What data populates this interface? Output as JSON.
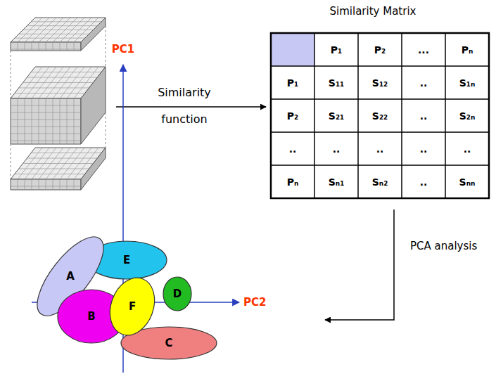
{
  "diagram": {
    "nodes": [
      {
        "text": [
          "E"
        ]
      },
      {
        "text": [
          "A"
        ]
      },
      {
        "text": [
          "D"
        ]
      },
      {
        "text": [
          "B"
        ]
      },
      {
        "text": [
          "F"
        ]
      },
      {
        "text": [
          "C"
        ]
      }
    ],
    "labels": [
      "Similarity Matrix",
      "Similarity function",
      "P₁",
      "P₂",
      "...",
      "Pₙ",
      "P₁",
      "S₁₁",
      "S₁₂",
      "..",
      "S₁ₙ",
      "P₂",
      "S₂₁",
      "S₂₂",
      "..",
      "S₂ₙ",
      "..",
      "..",
      "..",
      "..",
      "..",
      "Pₙ",
      "Sₙ₁",
      "Sₙ₂",
      "..",
      "Sₙₙ",
      "PCA analysis",
      "PC1",
      "PC2"
    ]
  }
}
